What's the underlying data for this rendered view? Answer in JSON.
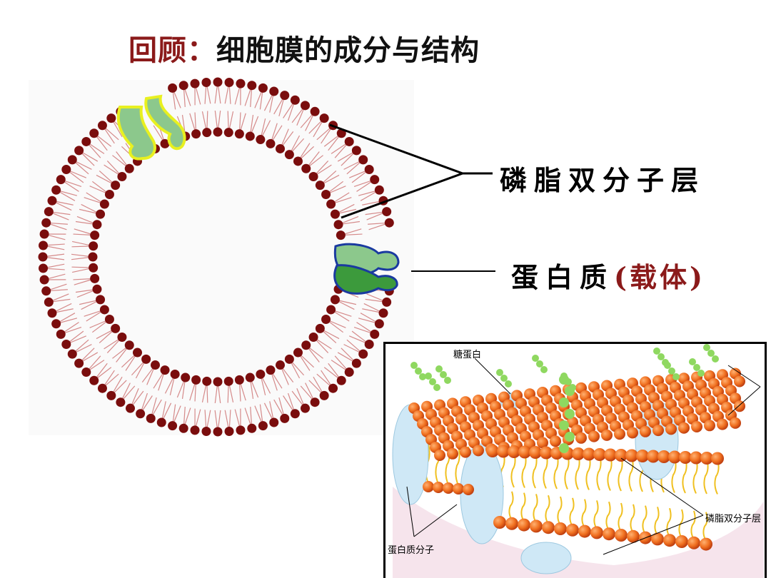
{
  "title": {
    "prefix": "回顾：",
    "text": "细胞膜的成分与结构"
  },
  "labels": {
    "bilayer": "磷脂双分子层",
    "protein": "蛋白质",
    "carrier": "(载体)"
  },
  "inset": {
    "glycoprotein": "糖蛋白",
    "bilayer": "磷脂双分子层",
    "protein": "蛋白质分子"
  },
  "colors": {
    "head": "#7a0d0d",
    "tail": "#d58a8a",
    "protein_green": "#2f8a2f",
    "title_accent": "#8b1a1a",
    "inset_head": "#f07020",
    "inset_tail": "#f0c020",
    "inset_protein": "#bfe0f0",
    "sugar": "#8fd860"
  }
}
